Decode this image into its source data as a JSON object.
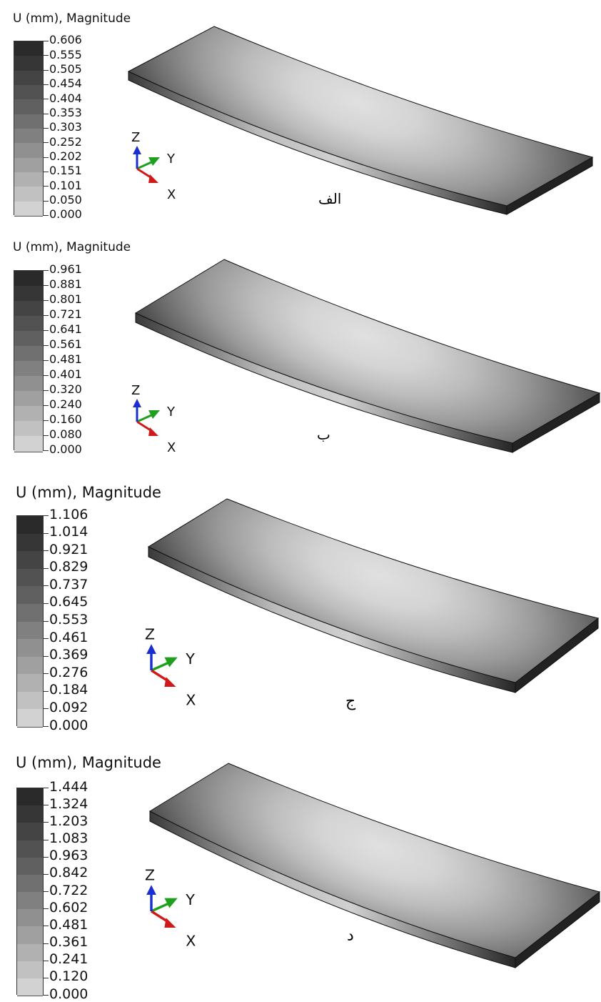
{
  "panels": [
    {
      "legend_title": "U (mm), Magnitude",
      "legend_values": [
        "0.606",
        "0.555",
        "0.505",
        "0.454",
        "0.404",
        "0.353",
        "0.303",
        "0.252",
        "0.202",
        "0.151",
        "0.101",
        "0.050",
        "0.000"
      ],
      "subfigure_label": "الف",
      "axes": {
        "z": "Z",
        "y": "Y",
        "x": "X"
      }
    },
    {
      "legend_title": "U (mm), Magnitude",
      "legend_values": [
        "0.961",
        "0.881",
        "0.801",
        "0.721",
        "0.641",
        "0.561",
        "0.481",
        "0.401",
        "0.320",
        "0.240",
        "0.160",
        "0.080",
        "0.000"
      ],
      "subfigure_label": "ب",
      "axes": {
        "z": "Z",
        "y": "Y",
        "x": "X"
      }
    },
    {
      "legend_title": "U (mm), Magnitude",
      "legend_values": [
        "1.106",
        "1.014",
        "0.921",
        "0.829",
        "0.737",
        "0.645",
        "0.553",
        "0.461",
        "0.369",
        "0.276",
        "0.184",
        "0.092",
        "0.000"
      ],
      "subfigure_label": "ج",
      "axes": {
        "z": "Z",
        "y": "Y",
        "x": "X"
      }
    },
    {
      "legend_title": "U (mm), Magnitude",
      "legend_values": [
        "1.444",
        "1.324",
        "1.203",
        "1.083",
        "0.963",
        "0.842",
        "0.722",
        "0.602",
        "0.481",
        "0.361",
        "0.241",
        "0.120",
        "0.000"
      ],
      "subfigure_label": "د",
      "axes": {
        "z": "Z",
        "y": "Y",
        "x": "X"
      }
    }
  ],
  "colors": {
    "legend_scale": [
      "#2a2a2a",
      "#363636",
      "#444444",
      "#525252",
      "#606060",
      "#707070",
      "#808080",
      "#909090",
      "#a0a0a0",
      "#b1b1b1",
      "#c1c1c1",
      "#d2d2d2",
      "#e3e3e3"
    ],
    "axis_z": "#1a2fd0",
    "axis_y": "#1ea01e",
    "axis_x": "#d01a1a"
  }
}
